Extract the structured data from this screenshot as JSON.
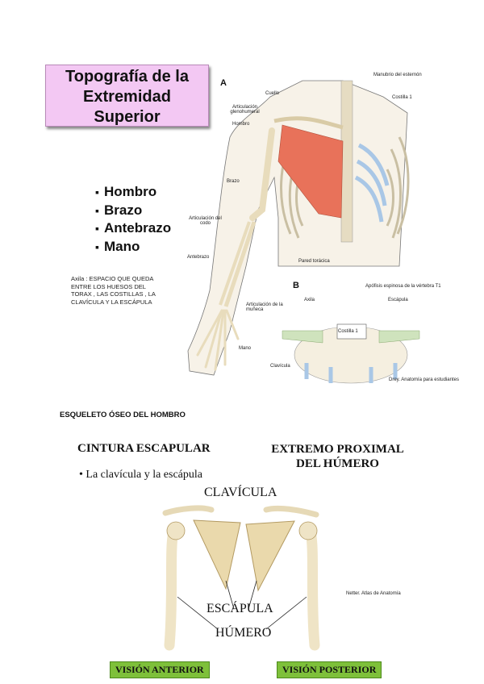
{
  "title": {
    "line1": "Topografía de la",
    "line2": "Extremidad",
    "line3": "Superior"
  },
  "bullets": [
    "Hombro",
    "Brazo",
    "Antebrazo",
    "Mano"
  ],
  "axila_note": "Axila : ESPACIO QUE QUEDA ENTRE LOS HUESOS DEL TORAX , LAS COSTILLAS , LA CLAVÍCULA Y LA ESCÁPULA",
  "figure_top": {
    "panel_a": "A",
    "panel_b": "B",
    "labels": {
      "cuello": "Cuello",
      "manubrio": "Manubrio del esternón",
      "costilla1": "Costilla 1",
      "articulacion_glenohumeral": "Articulación glenohumeral",
      "hombro": "Hombro",
      "brazo": "Brazo",
      "articulacion_codo": "Articulación del codo",
      "antebrazo": "Antebrazo",
      "pared_toracica": "Pared torácica",
      "articulacion_muneca": "Articulación de la muñeca",
      "mano": "Mano",
      "apofisis": "Apófisis espinosa de la vértebra T1",
      "axila": "Axila",
      "escapula": "Escápula",
      "costilla1b": "Costilla 1",
      "clavicula": "Clavícula"
    },
    "credit": "Drey. Anatomía para estudiantes"
  },
  "section_heading": "ESQUELETO ÓSEO DEL HOMBRO",
  "cintura": {
    "heading": "CINTURA ESCAPULAR",
    "item": "La clavícula y la escápula"
  },
  "extremo": {
    "line1": "EXTREMO PROXIMAL",
    "line2": "DEL HÚMERO"
  },
  "bone_labels": {
    "clavicula": "CLAVÍCULA",
    "escapula": "ESCÁPULA",
    "humero": "HÚMERO"
  },
  "netter_credit": "Netter. Atlas de Anatomía",
  "vision_anterior": "VISIÓN ANTERIOR",
  "vision_posterior": "VISIÓN POSTERIOR",
  "colors": {
    "title_bg": "#f3c8f3",
    "muscle": "#e8725a",
    "bone": "#f2e6c8",
    "cartilage": "#a9c7e6",
    "green_label": "#7ec03a"
  }
}
